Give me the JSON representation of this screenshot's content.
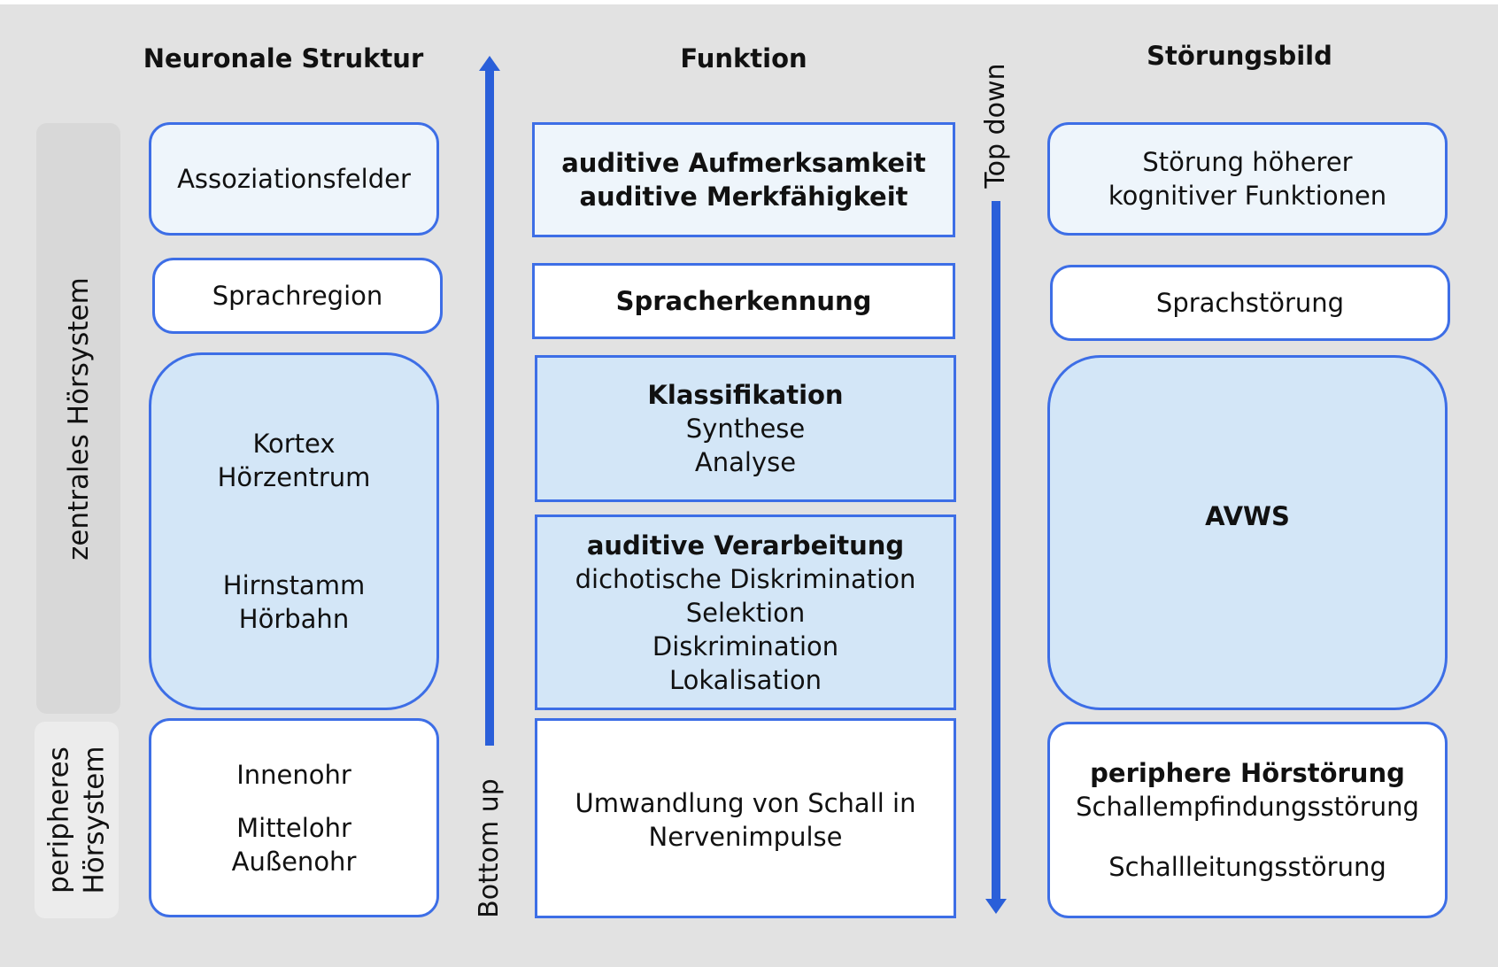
{
  "headers": {
    "structure": "Neuronale Struktur",
    "function": "Funktion",
    "disorder": "Störungsbild"
  },
  "side_labels": {
    "central": "zentrales Hörsystem",
    "peripheral_line1": "peripheres",
    "peripheral_line2": "Hörsystem"
  },
  "arrows": {
    "bottom_up": "Bottom up",
    "top_down": "Top down",
    "color": "#2a5fd9"
  },
  "structure": {
    "association": "Assoziationsfelder",
    "language_region": "Sprachregion",
    "cortex": "Kortex",
    "auditory_center": "Hörzentrum",
    "brainstem": "Hirnstamm",
    "auditory_pathway": "Hörbahn",
    "inner_ear": "Innenohr",
    "middle_ear": "Mittelohr",
    "outer_ear": "Außenohr"
  },
  "function": {
    "attention": "auditive Aufmerksamkeit",
    "memory": "auditive Merkfähigkeit",
    "speech_recognition": "Spracherkennung",
    "classification": "Klassifikation",
    "synthesis": "Synthese",
    "analysis": "Analyse",
    "processing": "auditive Verarbeitung",
    "dichotic": "dichotische Diskrimination",
    "selection": "Selektion",
    "discrimination": "Diskrimination",
    "localisation": "Lokalisation",
    "conversion_line1": "Umwandlung von Schall in",
    "conversion_line2": "Nervenimpulse"
  },
  "disorder": {
    "higher_line1": "Störung höherer",
    "higher_line2": "kognitiver Funktionen",
    "speech": "Sprachstörung",
    "avws": "AVWS",
    "peripheral": "periphere Hörstörung",
    "sensorineural": "Schallempfindungsstörung",
    "conductive": "Schallleitungsstörung"
  },
  "colors": {
    "border": "#3d6ee6",
    "box_light": "#eef5fb",
    "box_blue": "#d3e6f7",
    "background": "#e2e2e2"
  }
}
